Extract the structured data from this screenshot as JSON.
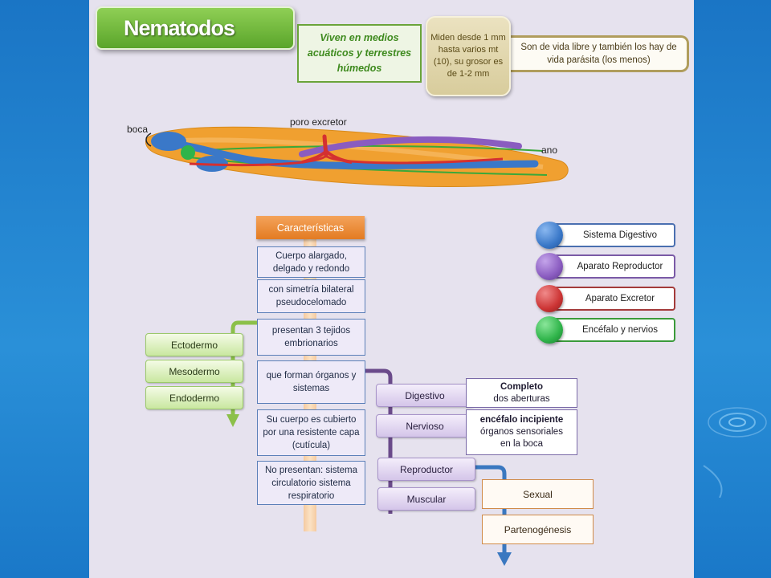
{
  "title": "Nematodos",
  "habitat": "Viven en medios acuáticos y terrestres húmedos",
  "size_note": "Miden desde 1 mm hasta varios mt (10), su grosor es de 1-2 mm",
  "lifestyle": "Son de vida libre y también los hay de vida parásita (los menos)",
  "worm_labels": {
    "mouth": "boca",
    "excretory_pore": "poro excretor",
    "anus": "ano"
  },
  "characteristics": {
    "header": "Características",
    "items": [
      "Cuerpo alargado, delgado y redondo",
      "con simetría bilateral pseudocelomado",
      "presentan 3 tejidos embrionarios",
      "que forman órganos y  sistemas",
      "Su cuerpo es cubierto por una resistente capa (cutícula)",
      "No presentan: sistema circulatorio sistema respiratorio"
    ]
  },
  "germ_layers": [
    "Ectodermo",
    "Mesodermo",
    "Endodermo"
  ],
  "systems": {
    "digestive": {
      "label": "Digestivo",
      "desc_title": "Completo",
      "desc_text": "dos  aberturas"
    },
    "nervous": {
      "label": "Nervioso",
      "desc_title": "encéfalo incipiente",
      "desc_text": "órganos sensoriales en la boca"
    },
    "reproductive": {
      "label": "Reproductor",
      "types": [
        "Sexual",
        "Partenogénesis"
      ]
    },
    "muscular": {
      "label": "Muscular"
    }
  },
  "legend": [
    {
      "label": "Sistema Digestivo",
      "color": "#3a78c8",
      "border": "#4a6fb0"
    },
    {
      "label": "Aparato Reproductor",
      "color": "#8a5cc0",
      "border": "#7a5aa6"
    },
    {
      "label": "Aparato Excretor",
      "color": "#cc3434",
      "border": "#a43a3a"
    },
    {
      "label": "Encéfalo y nervios",
      "color": "#2fb44a",
      "border": "#3a9a3a"
    }
  ]
}
